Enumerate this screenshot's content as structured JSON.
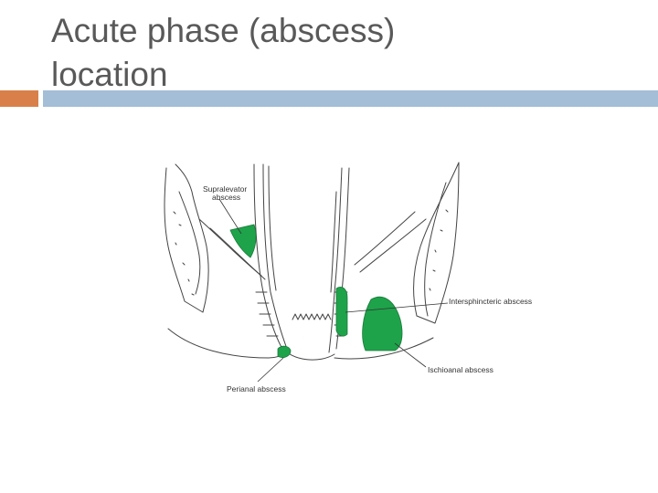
{
  "slide": {
    "title": "Acute phase (abscess)\nlocation"
  },
  "colors": {
    "title_text": "#595959",
    "rule_accent": "#d9804a",
    "rule_main": "#a3bed6",
    "abscess_fill": "#1ea34a",
    "line_art": "#444444"
  },
  "diagram": {
    "labels": {
      "supralevator_line1": "Supralevator",
      "supralevator_line2": "abscess",
      "intersphincteric": "Intersphincteric abscess",
      "ischioanal": "Ischioanal abscess",
      "perianal": "Perianal abscess"
    }
  }
}
